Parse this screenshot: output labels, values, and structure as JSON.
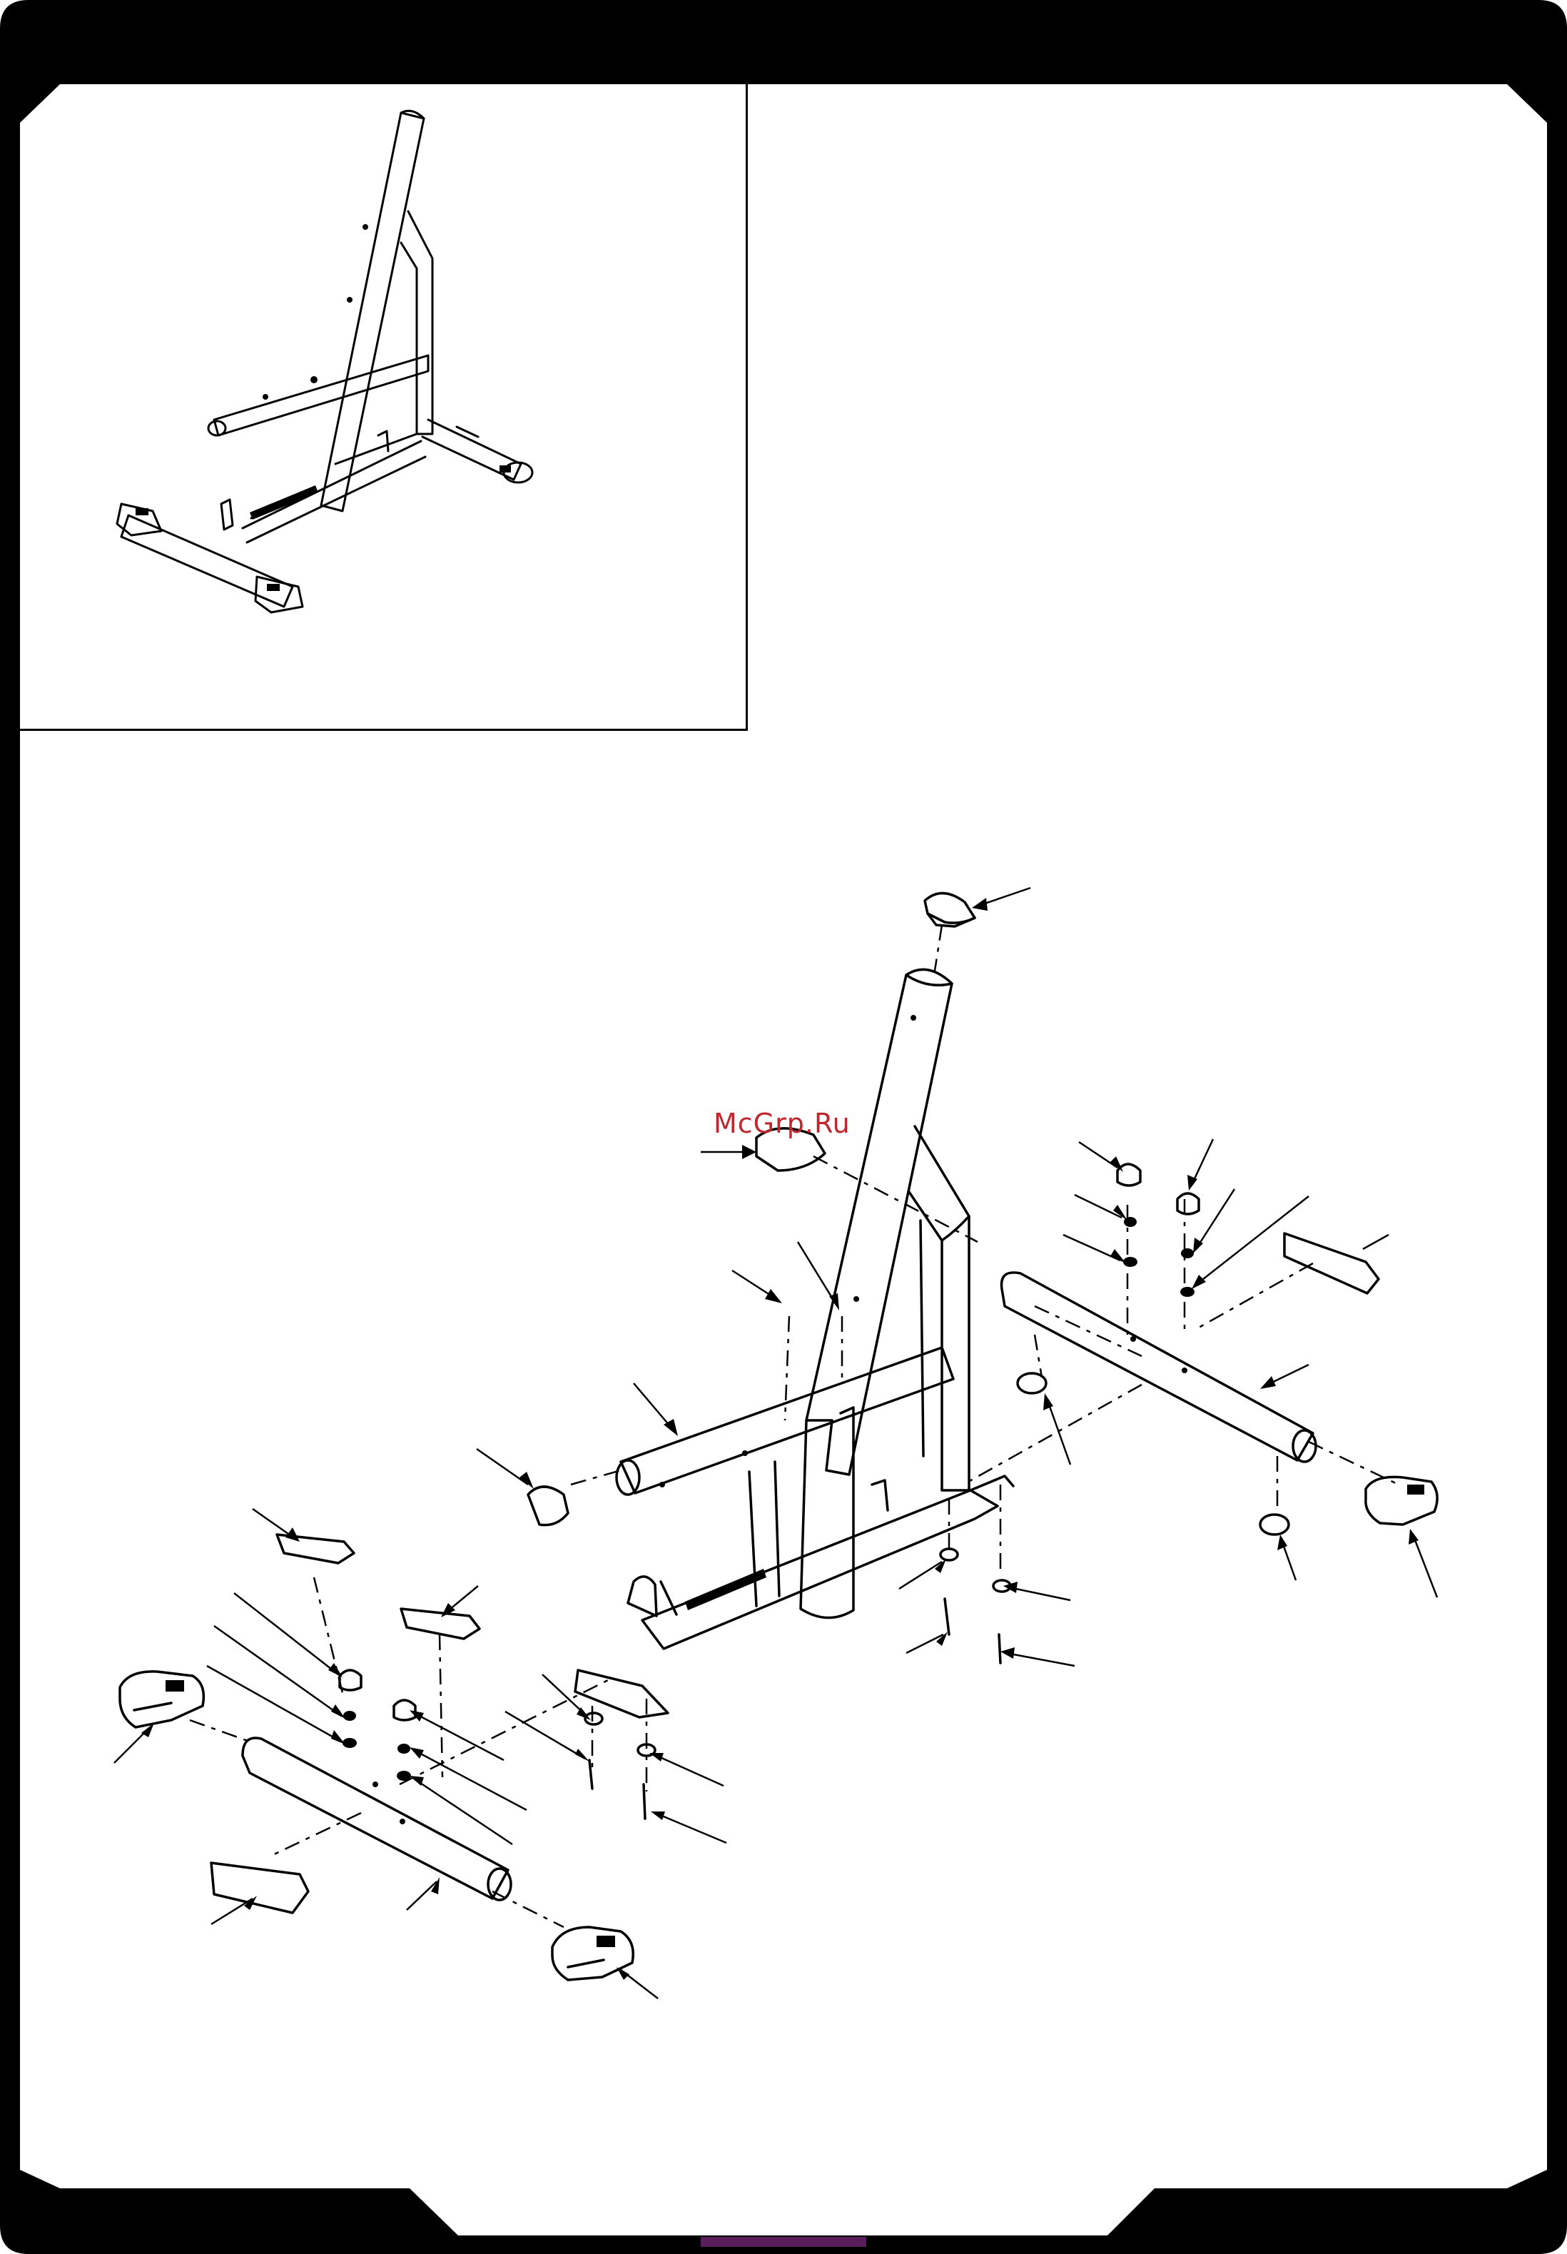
{
  "watermark": {
    "text": "McGrp.Ru"
  },
  "colors": {
    "ink": "#000000",
    "paper": "#ffffff",
    "watermark": "#c0262d",
    "accent": "#5a1e5c"
  },
  "inset": {
    "content": "assembled-bench-base-illustration"
  },
  "diagram": {
    "content": "exploded-view-of-bench-base-frame"
  }
}
